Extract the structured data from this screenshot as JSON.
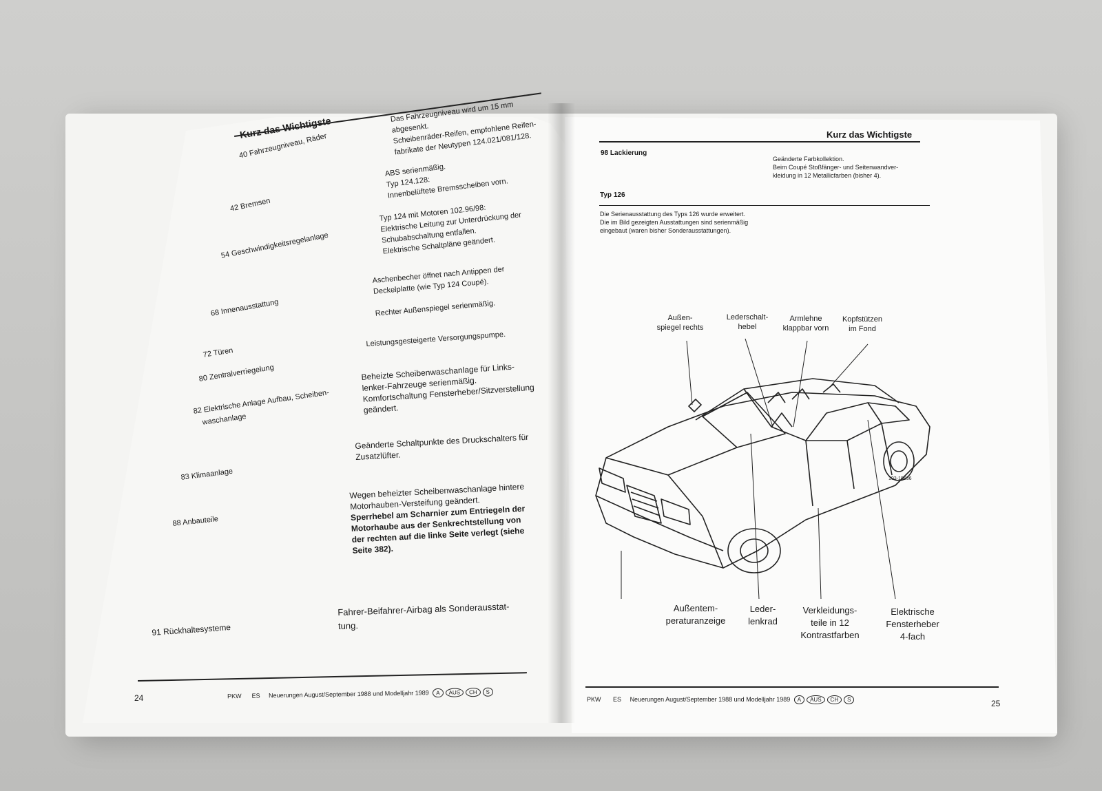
{
  "left_page": {
    "header": "Kurz das Wichtigste",
    "sections": [
      {
        "label": "40  Fahrzeugniveau, Räder",
        "lines": [
          "Das Fahrzeugniveau wird um 15 mm",
          "abgesenkt.",
          "Scheibenräder-Reifen, empfohlene Reifen-",
          "fabrikate der Neutypen 124.021/081/128."
        ]
      },
      {
        "label": "42  Bremsen",
        "lines": [
          "ABS serienmäßig.",
          "Typ 124.128:",
          "Innenbelüftete Bremsscheiben vorn."
        ]
      },
      {
        "label": "54  Geschwindigkeitsregelanlage",
        "lines": [
          "Typ 124 mit Motoren 102.96/98:",
          "Elektrische Leitung zur Unterdrückung der",
          "Schubabschaltung entfallen.",
          "Elektrische Schaltpläne geändert."
        ]
      },
      {
        "label": "68  Innenausstattung",
        "lines": [
          "Aschenbecher öffnet nach Antippen der",
          "Deckelplatte (wie Typ 124 Coupé).",
          "",
          "Rechter Außenspiegel serienmäßig."
        ]
      },
      {
        "label": "72  Türen",
        "lines": [
          "Leistungsgesteigerte Versorgungspumpe."
        ]
      },
      {
        "label": "80  Zentralverriegelung",
        "lines": []
      },
      {
        "label": "82  Elektrische Anlage Aufbau, Scheiben-",
        "label2": "waschanlage",
        "lines": [
          "Beheizte Scheibenwaschanlage für Links-",
          "lenker-Fahrzeuge serienmäßig.",
          "Komfortschaltung Fensterheber/Sitzverstellung",
          "geändert."
        ]
      },
      {
        "label": "83  Klimaanlage",
        "lines": [
          "Geänderte Schaltpunkte des Druckschalters für",
          "Zusatzlüfter."
        ]
      },
      {
        "label": "88  Anbauteile",
        "lines": [
          "Wegen beheizter Scheibenwaschanlage hintere",
          "Motorhauben-Versteifung geändert."
        ],
        "bold_lines": [
          "Sperrhebel am Scharnier zum Entriegeln der",
          "Motorhaube aus der Senkrechtstellung von",
          "der rechten auf die linke Seite verlegt (siehe",
          "Seite 382)."
        ]
      },
      {
        "label": "91  Rückhaltesysteme",
        "lines": [
          "Fahrer-Beifahrer-Airbag als Sonderausstat-",
          "tung."
        ]
      }
    ],
    "page_number": "24",
    "footer": {
      "pkw": "PKW",
      "es": "ES",
      "text": "Neuerungen August/September 1988 und Modelljahr 1989",
      "badges": [
        "A",
        "AUS",
        "CH",
        "S"
      ]
    }
  },
  "right_page": {
    "header": "Kurz das Wichtigste",
    "lackierung_label": "98  Lackierung",
    "lackierung_lines": [
      "Geänderte Farbkollektion.",
      "Beim Coupé Stoßfänger- und Seitenwandver-",
      "kleidung in 12 Metallicfarben (bisher 4)."
    ],
    "typ_heading": "Typ 126",
    "typ_lines": [
      "Die Serienausstattung des Typs 126 wurde erweitert.",
      "Die im Bild gezeigten Ausstattungen sind serienmäßig",
      "eingebaut (waren bisher Sonderausstattungen)."
    ],
    "top_callouts": [
      [
        "Außen-",
        "spiegel rechts"
      ],
      [
        "Lederschalt-",
        "hebel"
      ],
      [
        "Armlehne",
        "klappbar vorn"
      ],
      [
        "Kopfstützen",
        "im Fond"
      ]
    ],
    "bottom_callouts": [
      [
        "Außentem-",
        "peraturanzeige"
      ],
      [
        "Leder-",
        "lenkrad"
      ],
      [
        "Verkleidungs-",
        "teile in 12",
        "Kontrastfarben"
      ],
      [
        "Elektrische",
        "Fensterheber",
        "4-fach"
      ]
    ],
    "figure_code": "103-18636",
    "page_number": "25",
    "footer": {
      "pkw": "PKW",
      "es": "ES",
      "text": "Neuerungen August/September 1988 und Modelljahr 1989",
      "badges": [
        "A",
        "AUS",
        "CH",
        "S"
      ]
    }
  }
}
